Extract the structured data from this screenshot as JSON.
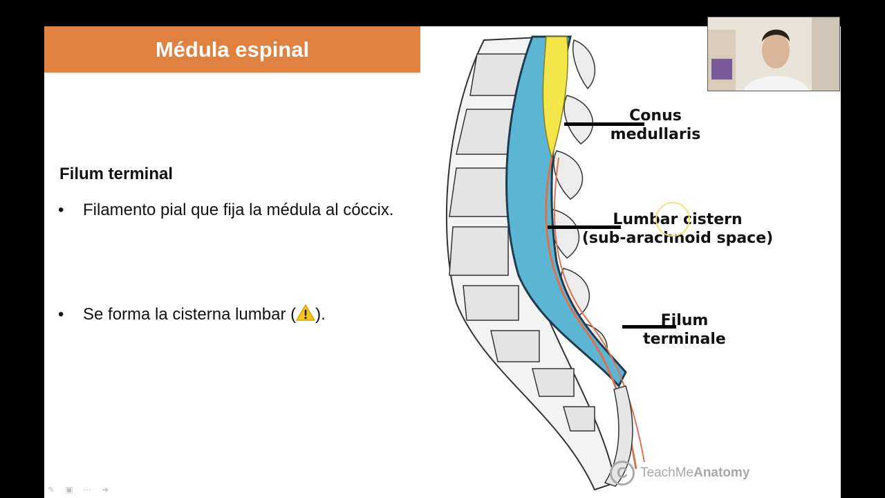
{
  "slide": {
    "title": "Médula espinal",
    "heading": "Filum terminal",
    "bullets": [
      {
        "marker": "•",
        "text": "Filamento pial que fija la médula al cóccix."
      },
      {
        "marker": "•",
        "text_before": "Se forma la cisterna lumbar (",
        "icon": "warning-icon",
        "text_after": ")."
      }
    ]
  },
  "figure": {
    "labels": {
      "conus": "Conus medullaris",
      "lumbar_line1": "Lumbar cistern",
      "lumbar_line2": "(sub-arachnoid space)",
      "filum": "Filum terminale"
    },
    "watermark": {
      "symbol": "C",
      "brand_regular": "TeachMe",
      "brand_bold": "Anatomy"
    }
  },
  "colors": {
    "banner": "#e0813f",
    "csf": "#5cb6d3",
    "cord": "#f2e64a",
    "warning": "#f5c518"
  },
  "toolbar": {
    "items": [
      "pen-icon",
      "slides-icon",
      "more-icon",
      "next-arrow-icon"
    ]
  },
  "webcam": {
    "content": "presenter-video"
  }
}
